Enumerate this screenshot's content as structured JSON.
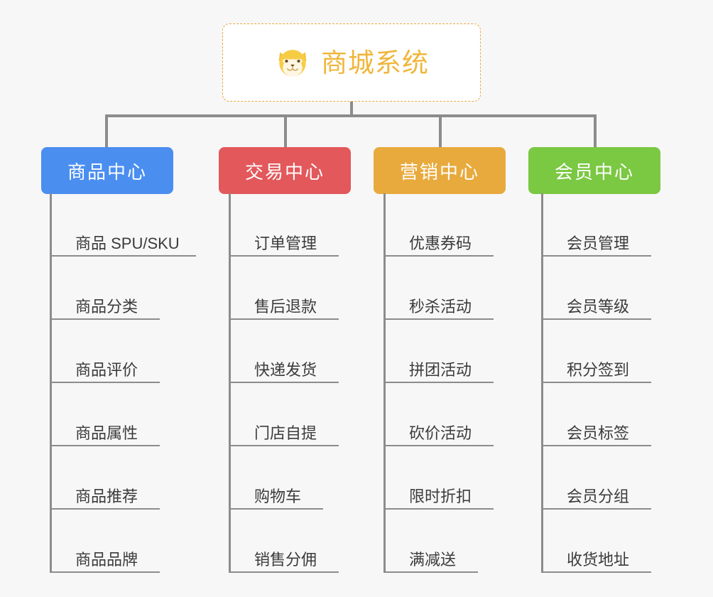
{
  "diagram": {
    "title": "商城系统",
    "root": {
      "label": "商城系统",
      "icon": "shiba-dog-icon",
      "text_color": "#f0b63c",
      "border_color": "#e8a93c",
      "background": "#ffffff"
    },
    "canvas_background": "#f7f7f7",
    "connector_color": "#8c8c8c",
    "branches": [
      {
        "label": "商品中心",
        "color": "#4a8ef0",
        "items": [
          "商品 SPU/SKU",
          "商品分类",
          "商品评价",
          "商品属性",
          "商品推荐",
          "商品品牌"
        ]
      },
      {
        "label": "交易中心",
        "color": "#e2585b",
        "items": [
          "订单管理",
          "售后退款",
          "快递发货",
          "门店自提",
          "购物车",
          "销售分佣"
        ]
      },
      {
        "label": "营销中心",
        "color": "#e8aa3d",
        "items": [
          "优惠券码",
          "秒杀活动",
          "拼团活动",
          "砍价活动",
          "限时折扣",
          "满减送"
        ]
      },
      {
        "label": "会员中心",
        "color": "#7bc843",
        "items": [
          "会员管理",
          "会员等级",
          "积分签到",
          "会员标签",
          "会员分组",
          "收货地址"
        ]
      }
    ]
  }
}
